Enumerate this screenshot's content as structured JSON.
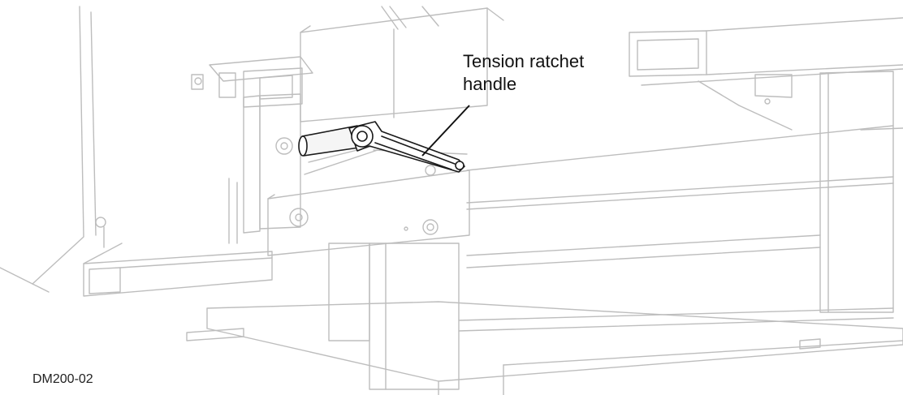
{
  "callout": {
    "line1": "Tension ratchet",
    "line2": "handle"
  },
  "figure_id": "DM200-02"
}
